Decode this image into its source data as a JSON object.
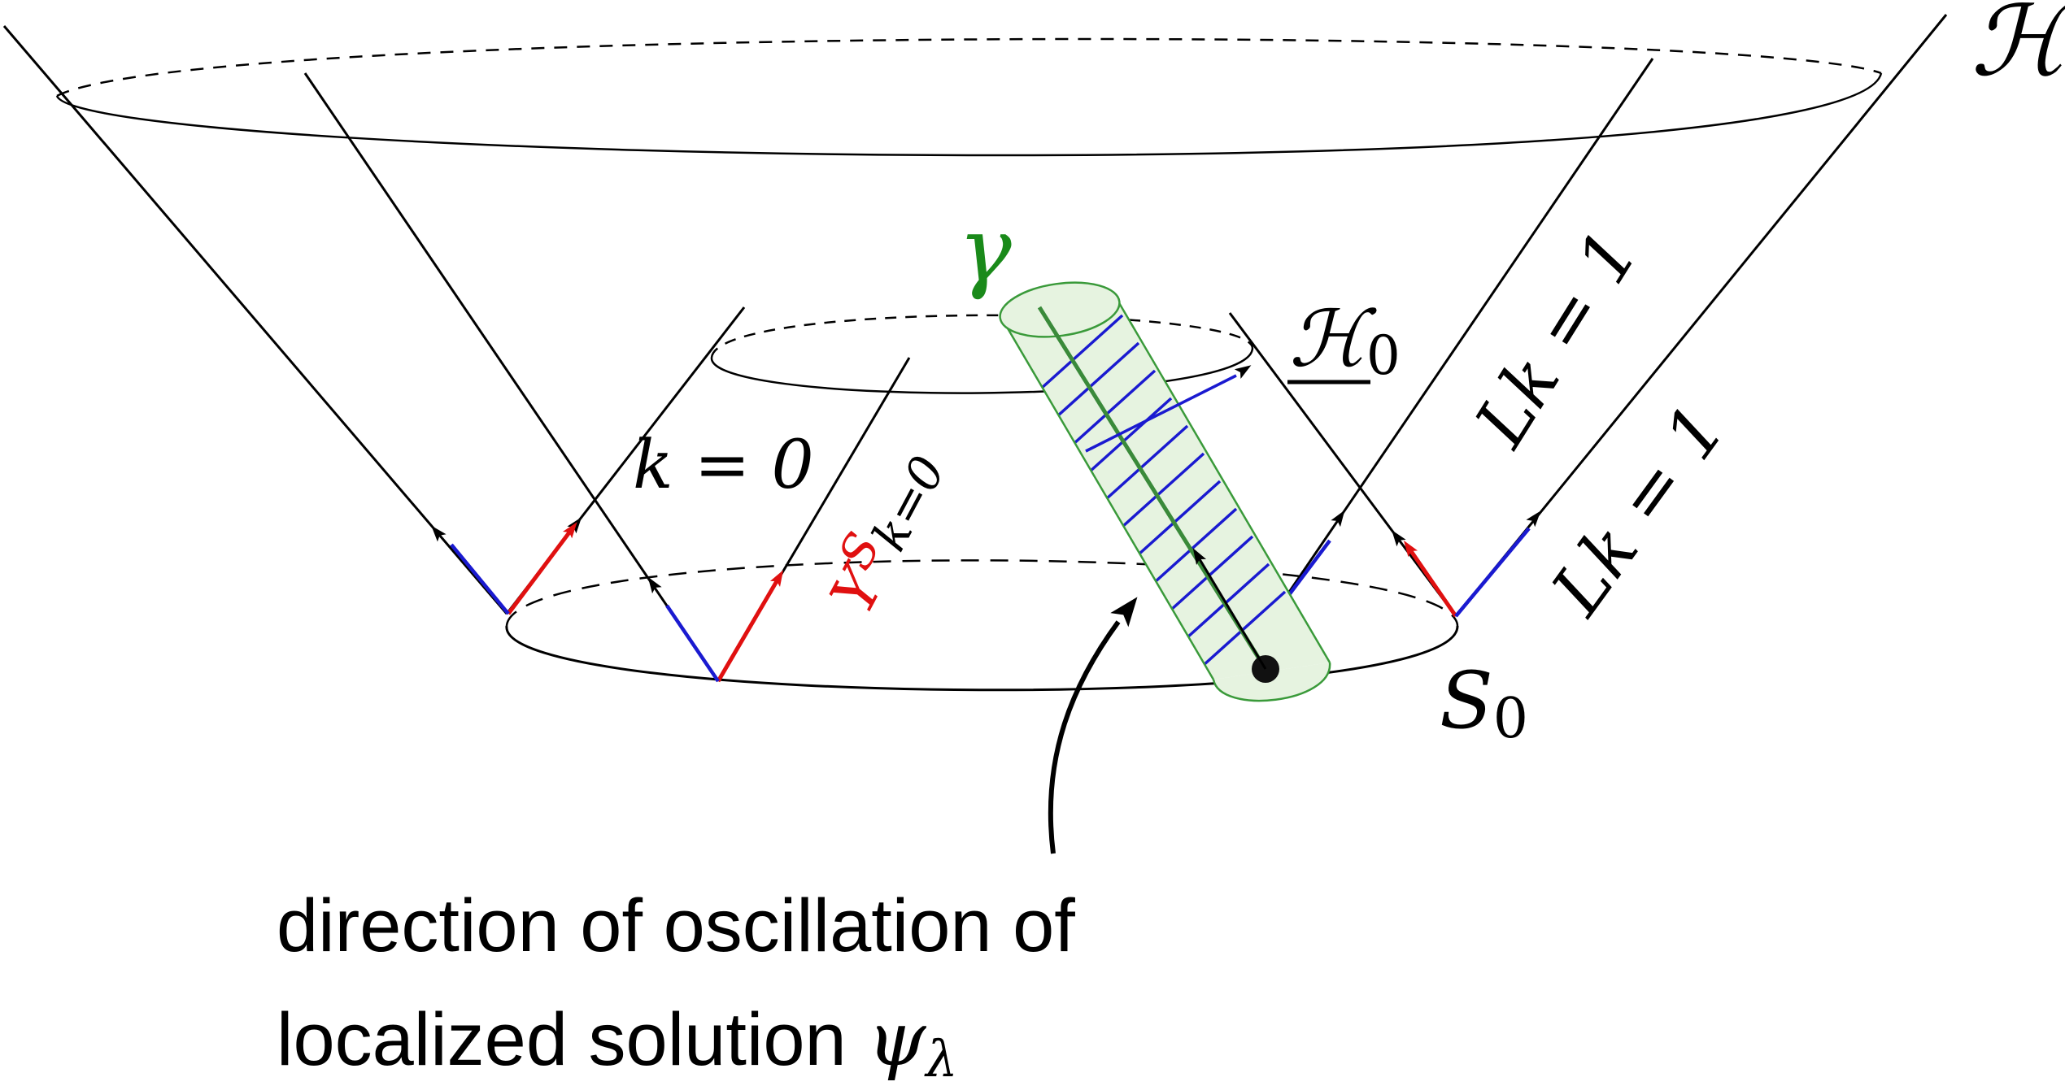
{
  "labels": {
    "H": "ℋ",
    "H0_base": "ℋ",
    "H0_sub": "0",
    "gamma": "γ",
    "k_eq_0": "k = 0",
    "Lk_eq_1_inner": "Lk = 1",
    "Lk_eq_1_outer": "Lk = 1",
    "Y_base": "Y",
    "Y_sup": "S",
    "Y_sub": "k=0",
    "S0_base": "S",
    "S0_sub": "0"
  },
  "caption": {
    "line1": "direction of oscillation of",
    "line2_text": "localized solution ",
    "line2_psi": "ψ",
    "line2_sub": "λ"
  },
  "colors": {
    "ink": "#000000",
    "red_vector": "#e01010",
    "blue_vector": "#1a1ad0",
    "tube_stroke": "#3a9a3a",
    "tube_fill": "#e6f3e0",
    "gamma_green": "#1a8a1a",
    "stripe_blue": "#1a1ad0"
  }
}
